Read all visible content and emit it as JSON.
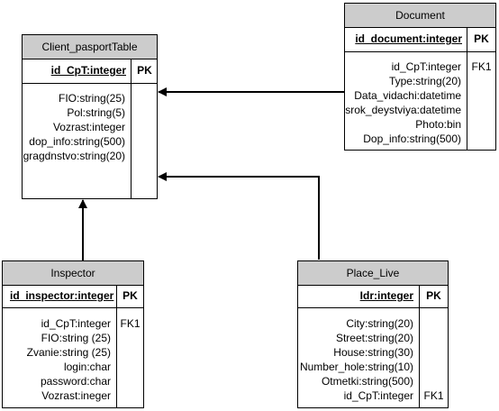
{
  "client": {
    "title": "Client_pasportTable",
    "pk_field": "id_CpT:integer",
    "pk_label": "PK",
    "attributes": [
      "FIO:string(25)",
      "Pol:string(5)",
      "Vozrast:integer",
      "dop_info:string(500)",
      "gragdnstvo:string(20)"
    ]
  },
  "document": {
    "title": "Document",
    "pk_field": "id_document:integer",
    "pk_label": "PK",
    "attributes": [
      "id_CpT:integer",
      "Type:string(20)",
      "Data_vidachi:datetime",
      "srok_deystviya:datetime",
      "Photo:bin",
      "Dop_info:string(500)"
    ],
    "keys": [
      "FK1",
      "",
      "",
      "",
      "",
      ""
    ]
  },
  "inspector": {
    "title": "Inspector",
    "pk_field": "id_inspector:integer",
    "pk_label": "PK",
    "attributes": [
      "id_CpT:integer",
      "FIO:string (25)",
      "Zvanie:string (25)",
      "login:char",
      "password:char",
      "Vozrast:ineger"
    ],
    "keys": [
      "FK1",
      "",
      "",
      "",
      "",
      ""
    ]
  },
  "place": {
    "title": "Place_Live",
    "pk_field": "Idr:integer",
    "pk_label": "PK",
    "attributes": [
      "City:string(20)",
      "Street:string(20)",
      "House:string(30)",
      "Number_hole:string(10)",
      "Otmetki:string(500)",
      "id_CpT:integer"
    ],
    "keys": [
      "",
      "",
      "",
      "",
      "",
      "FK1"
    ]
  }
}
